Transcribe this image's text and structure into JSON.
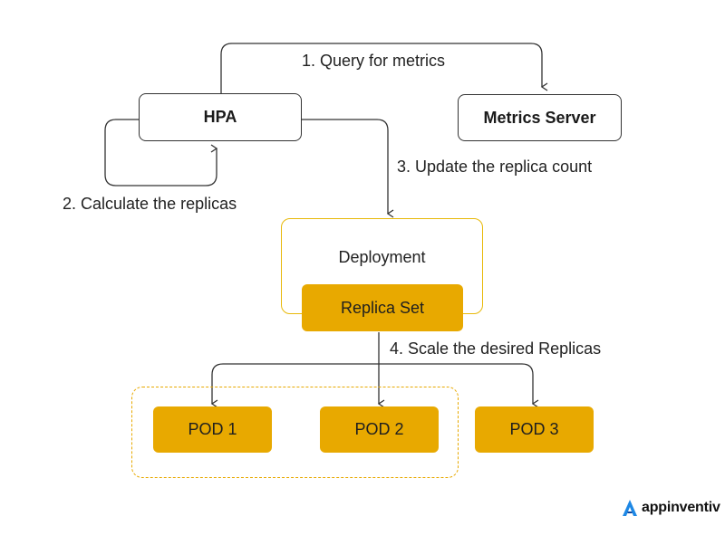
{
  "nodes": {
    "hpa": "HPA",
    "metrics_server": "Metrics Server",
    "deployment": "Deployment",
    "replica_set": "Replica Set",
    "pods": [
      "POD 1",
      "POD 2",
      "POD 3"
    ]
  },
  "steps": {
    "query": "1. Query for metrics",
    "calculate": "2. Calculate the replicas",
    "update": "3. Update the replica count",
    "scale": "4. Scale the desired Replicas"
  },
  "brand": {
    "name": "appinventiv",
    "logo_color": "#1e88e5"
  },
  "colors": {
    "gold": "#e8a900",
    "deployment_border": "#e8b90a",
    "line": "#333333"
  }
}
